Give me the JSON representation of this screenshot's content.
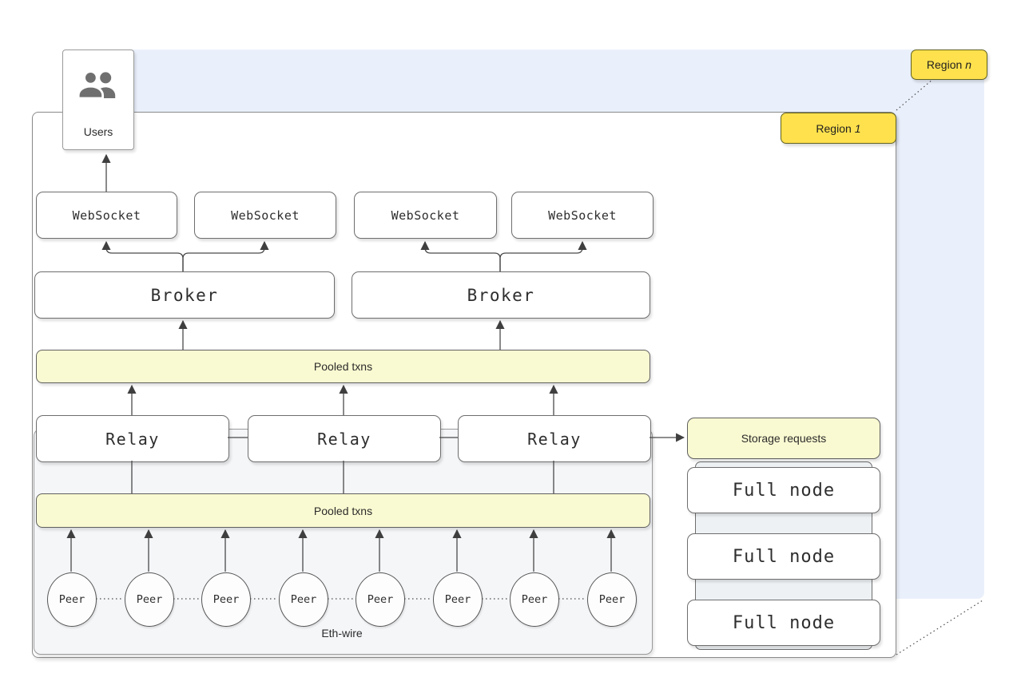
{
  "diagram": {
    "region_outer": {
      "prefix": "Region",
      "suffix_italic": "n"
    },
    "region_inner": {
      "prefix": "Region",
      "suffix_italic": "1"
    },
    "users_label": "Users",
    "websockets": [
      "WebSocket",
      "WebSocket",
      "WebSocket",
      "WebSocket"
    ],
    "brokers": [
      "Broker",
      "Broker"
    ],
    "pooled_txns_top": "Pooled txns",
    "pooled_txns_bottom": "Pooled txns",
    "relays": [
      "Relay",
      "Relay",
      "Relay"
    ],
    "storage_requests_label": "Storage requests",
    "full_nodes": [
      "Full node",
      "Full node",
      "Full node"
    ],
    "peers": [
      "Peer",
      "Peer",
      "Peer",
      "Peer",
      "Peer",
      "Peer",
      "Peer",
      "Peer"
    ],
    "eth_wire_label": "Eth-wire",
    "icons": {
      "users": "users-icon"
    }
  },
  "colors": {
    "region_background": "#eaf0fb",
    "tag_yellow": "#ffe14d",
    "pooled_yellow": "#fafad2",
    "panel_gray": "#f4f6f8",
    "line": "#4a4a4a"
  }
}
